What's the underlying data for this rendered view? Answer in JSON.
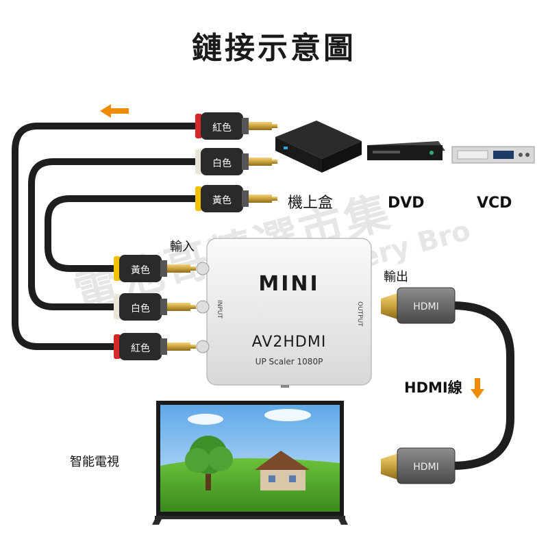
{
  "title": "鏈接示意圖",
  "rca_output": {
    "red": "紅色",
    "white": "白色",
    "yellow": "黃色"
  },
  "rca_input": {
    "yellow": "黃色",
    "white": "白色",
    "red": "紅色"
  },
  "sources": {
    "set_top_box": "機上盒",
    "dvd": "DVD",
    "vcd": "VCD"
  },
  "input_label": "輸入",
  "output_label": "輸出",
  "converter": {
    "brand": "MINI",
    "model": "AV2HDMI",
    "subtitle": "UP Scaler 1080P",
    "input_side": "INPUT",
    "output_side": "OUTPUT"
  },
  "hdmi_connector_top": "HDMI",
  "hdmi_connector_bottom": "HDMI",
  "hdmi_cable_label": "HDMI線",
  "tv_label": "智能電視",
  "watermark": {
    "main": "電池哥精選市集",
    "sub": "Battery Bro"
  },
  "colors": {
    "red_plug": "#d62828",
    "white_plug": "#e8e4d8",
    "yellow_plug": "#f2c200",
    "orange_arrow": "#f08a00",
    "cable": "#1e1e1e",
    "gold": "#c9a23c"
  }
}
